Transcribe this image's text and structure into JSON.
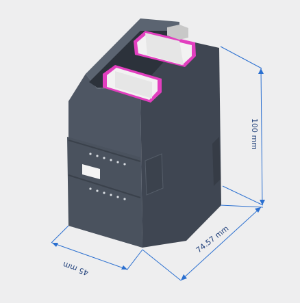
{
  "drawing": {
    "accent_color": "#2a6fd0",
    "module_color": "#4c5461",
    "connector_color": "#f2f2f2",
    "connector_frame_color": "#e23fbf",
    "dimensions": {
      "height_label": "100 mm",
      "depth_label": "74.57 mm",
      "width_label": "45 mm"
    }
  }
}
